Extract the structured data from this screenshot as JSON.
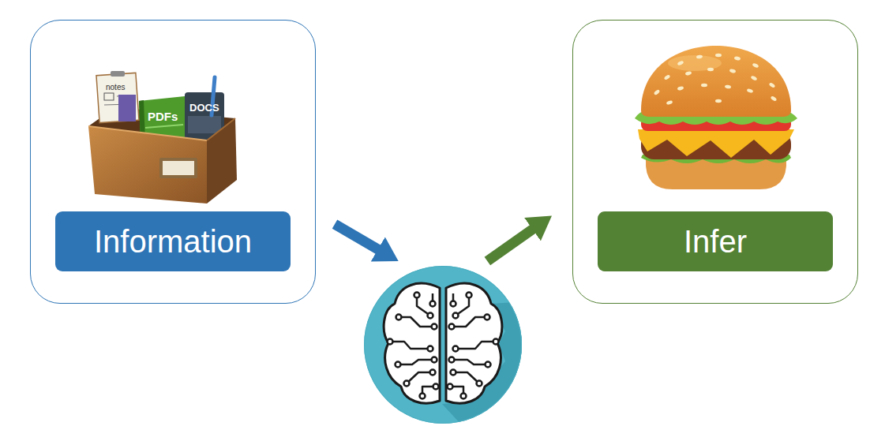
{
  "diagram": {
    "nodes": [
      {
        "text": [
          "Information"
        ]
      },
      {
        "text": [
          "Infer"
        ]
      },
      {
        "text": []
      }
    ],
    "edges": [
      {
        "from": 0,
        "to": 2,
        "arrow": "to"
      },
      {
        "from": 2,
        "to": 1,
        "arrow": "to"
      }
    ],
    "labels": [
      "notes",
      "PDFs",
      "DOCS"
    ]
  }
}
